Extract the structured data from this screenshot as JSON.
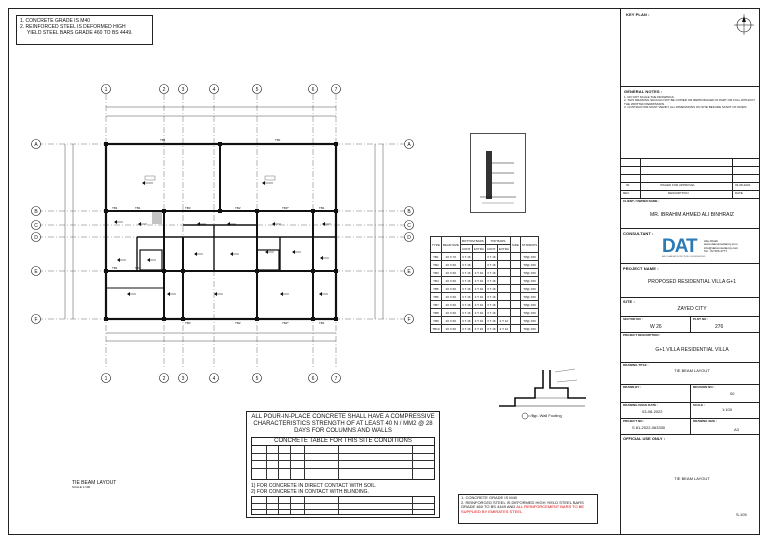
{
  "top_notes": {
    "line1": "1. CONCRETE GRADE IS M40",
    "line2": "2. REINFORCED STEEL IS DEFORMED HIGH",
    "line3": "YIELD STEEL BARS GRADE 460 TO BS 4449."
  },
  "grid": {
    "columns": [
      "1",
      "2",
      "3",
      "4",
      "5",
      "6",
      "7"
    ],
    "rows": [
      "A",
      "B",
      "C",
      "D",
      "E",
      "F"
    ]
  },
  "beams": {
    "top": [
      "TB1",
      "TB1"
    ],
    "mid": [
      "TB1",
      "TB1",
      "TB3",
      "TB2",
      "TB3*",
      "TB1"
    ],
    "bottom": [
      "TB1",
      "TB1",
      "TB3",
      "TB2",
      "TB2*",
      "TB1"
    ]
  },
  "beam_table": {
    "headers": [
      "TYPE",
      "BEAM SIZE",
      "BOTTOM BARS",
      "TOP BARS",
      "SIDE",
      "STIRRUPS"
    ],
    "sub_headers": [
      "CONT.",
      "EXTRA",
      "CONT.",
      "EXTRA"
    ],
    "rows": [
      [
        "TB1",
        "20 X 70",
        "3 T 16",
        "",
        "3 T 16",
        "",
        "",
        "T8@ 150"
      ],
      [
        "TB2",
        "20 X 60",
        "3 T 16",
        "",
        "3 T 16",
        "",
        "",
        "T8@ 150"
      ],
      [
        "TB3",
        "20 X 60",
        "3 T 16",
        "3 T 16",
        "3 T 16",
        "",
        "",
        "T8@ 150"
      ],
      [
        "TB4",
        "20 X 60",
        "3 T 16",
        "3 T 16",
        "3 T 16",
        "",
        "",
        "T8@ 150"
      ],
      [
        "TB5",
        "20 X 60",
        "3 T 16",
        "3 T 16",
        "3 T 16",
        "",
        "",
        "T8@ 150"
      ],
      [
        "TB6",
        "20 X 60",
        "3 T 16",
        "3 T 16",
        "3 T 16",
        "",
        "",
        "T8@ 150"
      ],
      [
        "TB7",
        "20 X 60",
        "3 T 16",
        "3 T 16",
        "3 T 16",
        "",
        "",
        "T8@ 150"
      ],
      [
        "TB8",
        "20 X 60",
        "3 T 16",
        "3 T 16",
        "3 T 16",
        "",
        "",
        "T8@ 150"
      ],
      [
        "TB9",
        "20 X 60",
        "3 T 16",
        "3 T 16",
        "3 T 16",
        "2 T 12",
        "",
        "T8@ 150"
      ],
      [
        "TB10",
        "20 X 60",
        "3 T 16",
        "3 T 16",
        "3 T 16",
        "2 T 12",
        "",
        "T8@ 150"
      ]
    ]
  },
  "concrete_note": {
    "line1": "ALL POUR-IN-PLACE CONCRETE SHALL HAVE A COMPRESSIVE",
    "line2": "CHARACTERISTICS STRENGTH OF AT LEAST 40 N / MM2 @ 28",
    "line3": "DAYS FOR COLUMNS AND WALLS",
    "table_title": "CONCRETE TABLE FOR THIS SITE CONDITIONS",
    "note1": "1) FOR CONCRETE IN DIRECT CONTACT WITH SOIL.",
    "note2": "2) FOR CONCRETE IN CONTACT WITH BLINDING."
  },
  "bottom_notes": {
    "line1": "1. CONCRETE GRADE IS M40",
    "line2": "2. REINFORCED STEEL IS DEFORMED HIGH YIELD STEEL BARS",
    "line3": "GRADE 460 TO BS 4449 AND",
    "line3_red": "ALL REINFORCEMENT BARS TO BE",
    "line4_red": "SUPPLIED BY EMIRATES STEEL"
  },
  "drawing_caption": {
    "title": "TIE BEAM LAYOUT",
    "scale": "SCALE 1:100"
  },
  "footing_caption": "Typ. Wall Footing",
  "title_block": {
    "key_plan": "KEY PLAN :",
    "general_notes": "GENERAL NOTES :",
    "notes": [
      "1. DO NOT SCALE THE DRAWINGS.",
      "2. THIS DRAWING SHOULD NOT BE COPIED OR REPRODUCED IN PART OR FULL WITHOUT THE WRITTEN PERMISSION.",
      "3. CONTRACTOR MUST VERIFY ALL DIMENSIONS ON SITE BEFORE START OF WORK."
    ],
    "rev_headers": [
      "REV.",
      "DESCRIPTION",
      "DATE"
    ],
    "rev_row": [
      "00",
      "ISSUED FOR APPROVAL",
      "03-08-2022"
    ],
    "client_label": "CLIENT / OWNER NAME :",
    "client": "MR. IBRAHIM AHMED ALI BINHRAIZ",
    "consultant_label": "CONSULTANT :",
    "company": "DAT",
    "company_sub": "ABU DHABI ARCHITECTURE & ENGINEERING",
    "contact": [
      "Abu Dhabi",
      "www.datconsultancy.com",
      "info@datconsultancy.com",
      "Tel : 02 566 2777"
    ],
    "project_label": "PROJECT NAME :",
    "project": "PROPOSED RESIDENTIAL VILLA G+1",
    "site_label": "SITE :",
    "site": "ZAYED CITY",
    "sector_label": "SECTOR NO :",
    "sector": "W 26",
    "plot_label": "PLOT NO :",
    "plot": "276",
    "desc_label": "PROJECT DESCRIPTION :",
    "desc": "G+1 VILLA RESIDENTIAL VILLA",
    "dwg_title_label": "DRAWING TITLE :",
    "dwg_title": "TIE BEAM LAYOUT",
    "drawn_label": "DRAWN BY :",
    "revision_label": "REVISION NO :",
    "revision": "00",
    "date_label": "DRAWING ISSUE DATE :",
    "date": "03-08-2022",
    "scale_label": "SCALE :",
    "scale": "1:100",
    "project_no_label": "PROJECT NO :",
    "project_no": "S 81-2022-063330",
    "size_label": "DRAWING SIZE :",
    "size": "A3",
    "official_label": "OFFICIAL USE ONLY :",
    "official_title": "TIE BEAM LAYOUT",
    "sheet_no": "S-105"
  }
}
